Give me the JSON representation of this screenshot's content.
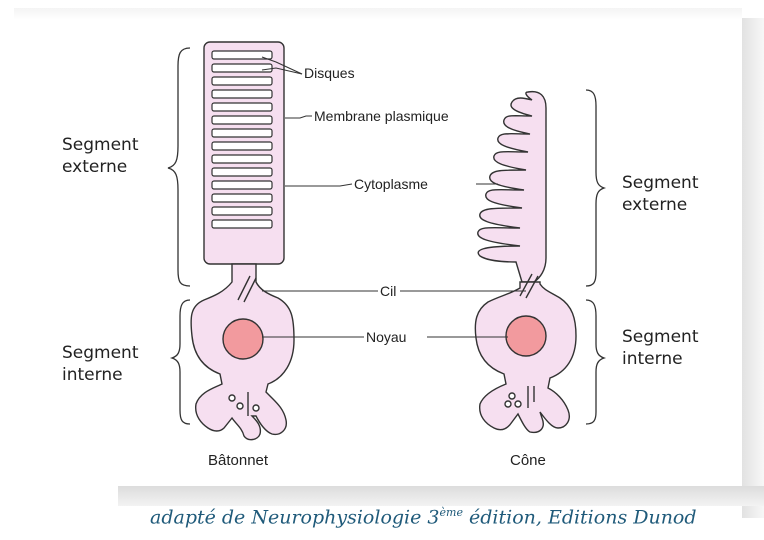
{
  "labels": {
    "disques": "Disques",
    "membrane": "Membrane plasmique",
    "cytoplasme": "Cytoplasme",
    "cil": "Cil",
    "noyau": "Noyau"
  },
  "left_segments": {
    "externe_line1": "Segment",
    "externe_line2": "externe",
    "interne_line1": "Segment",
    "interne_line2": "interne"
  },
  "right_segments": {
    "externe_line1": "Segment",
    "externe_line2": "externe",
    "interne_line1": "Segment",
    "interne_line2": "interne"
  },
  "cells": {
    "rod": "Bâtonnet",
    "cone": "Cône"
  },
  "caption": {
    "prefix": "adapté de Neurophysiologie 3",
    "superscript": "ème",
    "suffix": " édition, Editions Dunod"
  },
  "colors": {
    "cell_fill": "#f6dff0",
    "nucleus_fill": "#f29a9e",
    "caption": "#1f5a7a"
  }
}
